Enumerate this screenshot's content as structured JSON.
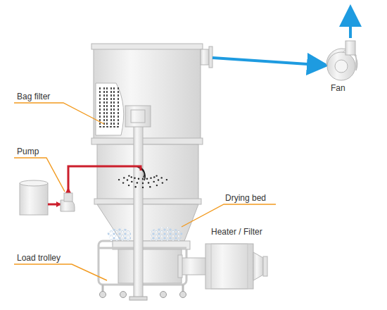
{
  "diagram": {
    "labels": [
      "Bag filter",
      "Fan",
      "Pump",
      "Drying bed",
      "Load trolley",
      "Heater / Filter"
    ]
  }
}
